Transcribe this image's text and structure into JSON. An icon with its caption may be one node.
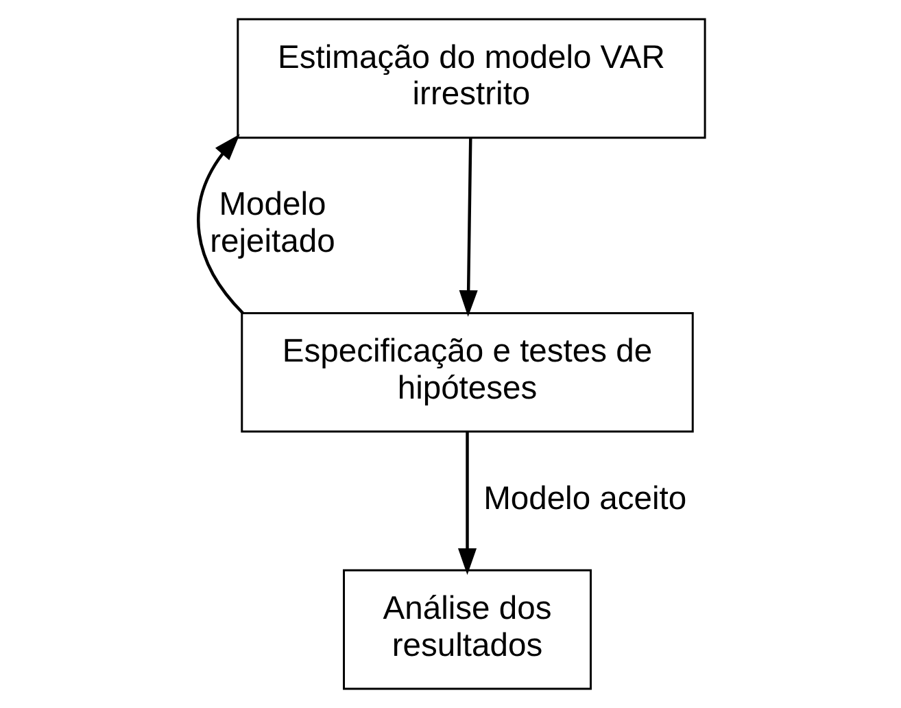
{
  "diagram": {
    "nodes": [
      {
        "text": [
          "Estimação do modelo VAR irrestrito"
        ]
      },
      {
        "text": [
          "Especificação e testes de hipóteses"
        ]
      },
      {
        "text": [
          "Análise dos resultados"
        ]
      }
    ],
    "edges": [
      {
        "from": 0,
        "to": 1,
        "arrow": "to"
      },
      {
        "from": 1,
        "to": 2,
        "arrow": "to",
        "label": "Modelo aceito"
      },
      {
        "from": 1,
        "to": 0,
        "arrow": "to",
        "label": "Modelo rejeitado"
      }
    ]
  }
}
